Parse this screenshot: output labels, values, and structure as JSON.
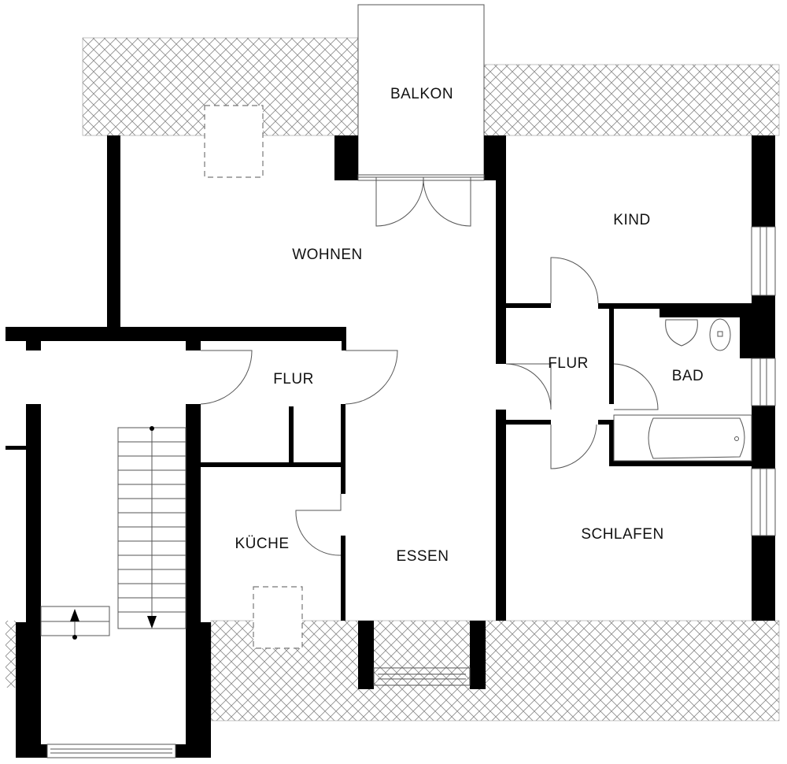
{
  "rooms": {
    "balkon": "BALKON",
    "wohnen": "WOHNEN",
    "flur_left": "FLUR",
    "kueche": "KÜCHE",
    "essen": "ESSEN",
    "kind": "KIND",
    "flur_right": "FLUR",
    "bad": "BAD",
    "schlafen": "SCHLAFEN"
  },
  "colors": {
    "wall": "#000000",
    "hatch": "#8a8a8a",
    "background": "#ffffff"
  }
}
